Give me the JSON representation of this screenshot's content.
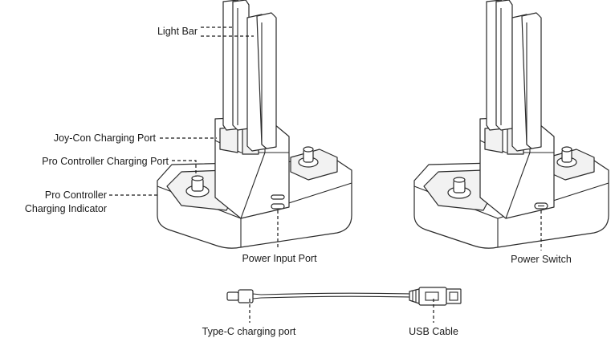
{
  "labels": {
    "light_bar": "Light Bar",
    "joycon_port": "Joy-Con Charging Port",
    "pro_port": "Pro Controller Charging Port",
    "pro_indicator_line1": "Pro Controller",
    "pro_indicator_line2": "Charging Indicator",
    "power_input": "Power Input Port",
    "power_switch": "Power Switch",
    "typec_port": "Type-C charging port",
    "usb_cable": "USB Cable"
  }
}
